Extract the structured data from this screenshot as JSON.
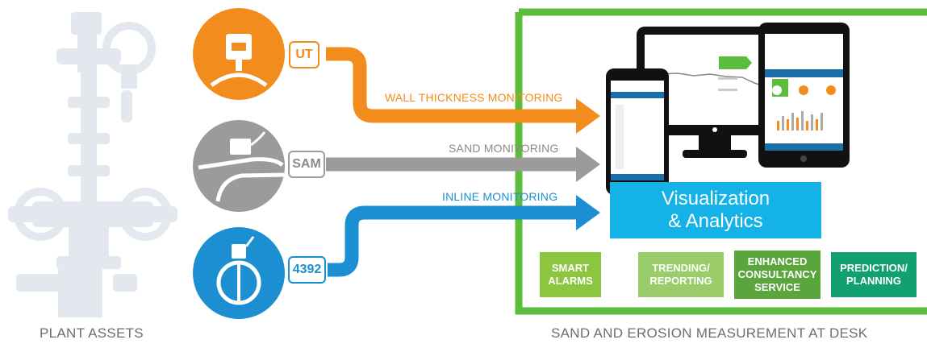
{
  "colors": {
    "orange": "#f28c1c",
    "gray": "#9b9b9b",
    "blue": "#1b8fd2",
    "green_frame": "#5cbc3c",
    "cyan": "#15b2e8",
    "tile_lime": "#8cc63f",
    "tile_light_green": "#9bcc6a",
    "tile_green": "#5aa53c",
    "tile_teal": "#13a070",
    "asset_gray": "#e3e8ee"
  },
  "icons": {
    "ut_sensor": "ultrasonic-clamp-icon",
    "sam_sensor": "pipe-bend-sensor-icon",
    "inline_sensor": "inline-flow-meter-icon",
    "plant_asset": "wellhead-tree-icon",
    "devices": "phone-desktop-tablet-icon"
  },
  "sensors": {
    "ut": {
      "badge": "UT",
      "label": "WALL THICKNESS MONITORING"
    },
    "sam": {
      "badge": "SAM",
      "label": "SAND MONITORING"
    },
    "inline": {
      "badge": "4392",
      "label": "INLINE MONITORING"
    }
  },
  "analytics": {
    "title_line1": "Visualization",
    "title_line2": "& Analytics"
  },
  "tiles": [
    {
      "line1": "SMART",
      "line2": "ALARMS",
      "line3": ""
    },
    {
      "line1": "TRENDING/",
      "line2": "REPORTING",
      "line3": ""
    },
    {
      "line1": "ENHANCED",
      "line2": "CONSULTANCY",
      "line3": "SERVICE"
    },
    {
      "line1": "PREDICTION/",
      "line2": "PLANNING",
      "line3": ""
    }
  ],
  "captions": {
    "left": "PLANT ASSETS",
    "right": "SAND AND EROSION MEASUREMENT AT DESK"
  }
}
